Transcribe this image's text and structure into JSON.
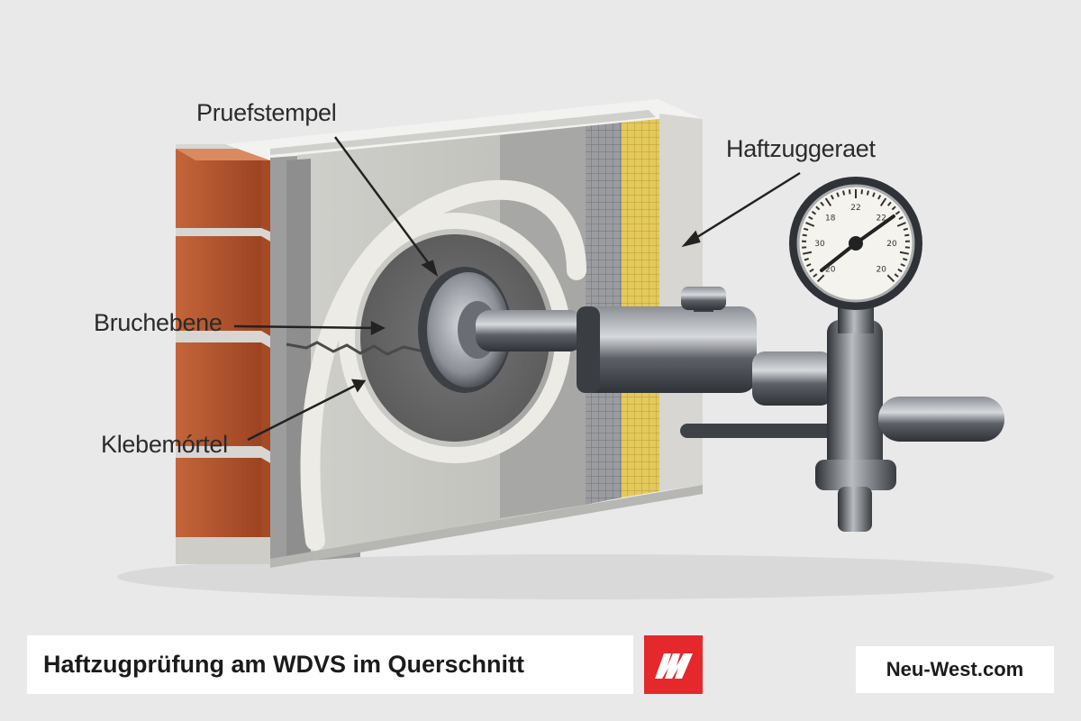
{
  "callouts": {
    "pruefstempel": "Pruefstempel",
    "haftzuggeraet": "Haftzuggeraet",
    "bruchebene": "Bruchebene",
    "klebemoertel": "Klebemórtel"
  },
  "gauge": {
    "ticks": [
      "20",
      "30",
      "18",
      "22",
      "22",
      "20",
      "20"
    ]
  },
  "caption": {
    "title": "Haftzugprüfung am WDVS im Querschnitt"
  },
  "brand": {
    "site": "Neu-West.com",
    "logo_icon": "nw-logo-icon",
    "logo_color": "#e4282b"
  },
  "colors": {
    "background": "#e9e9ea",
    "brick": "#b8542a",
    "mortar_gray": "#a9a9a9",
    "insulation": "#d8d7d2",
    "mesh_yellow": "#e3c85a",
    "metal": "#4a4d52"
  }
}
